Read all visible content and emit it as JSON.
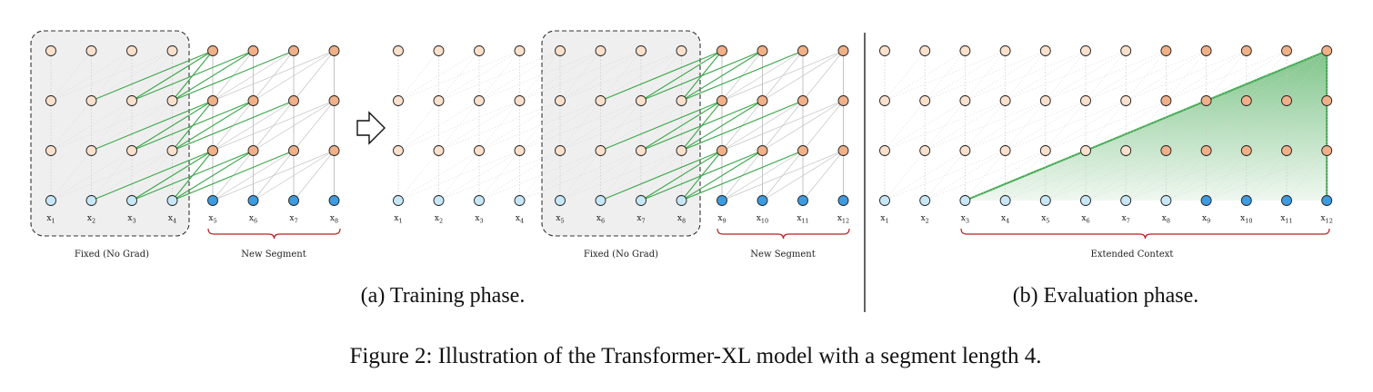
{
  "training": {
    "tokens_seg1": [
      "1",
      "2",
      "3",
      "4",
      "5",
      "6",
      "7",
      "8"
    ],
    "tokens_seg2": [
      "1",
      "2",
      "3",
      "4",
      "5",
      "6",
      "7",
      "8",
      "9",
      "10",
      "11",
      "12"
    ],
    "fixed_label": "Fixed (No Grad)",
    "new_label": "New Segment",
    "caption": "(a) Training phase."
  },
  "evaluation": {
    "tokens": [
      "1",
      "2",
      "3",
      "4",
      "5",
      "6",
      "7",
      "8",
      "9",
      "10",
      "11",
      "12"
    ],
    "context_label": "Extended Context",
    "caption": "(b) Evaluation phase."
  },
  "figure_caption": "Figure 2: Illustration of the Transformer-XL model with a segment length 4.",
  "token_prefix": "x",
  "colors": {
    "fixed_hidden": "#fbe0cc",
    "new_hidden": "#f0b088",
    "fixed_input": "#c7e7f6",
    "new_input": "#3d9be0",
    "grad_edge": "#3aa64a",
    "gray_edge": "#c4c4c4",
    "brace": "#b22222",
    "fixed_box": "#efefef",
    "context_fill": "#5dbb6b"
  }
}
